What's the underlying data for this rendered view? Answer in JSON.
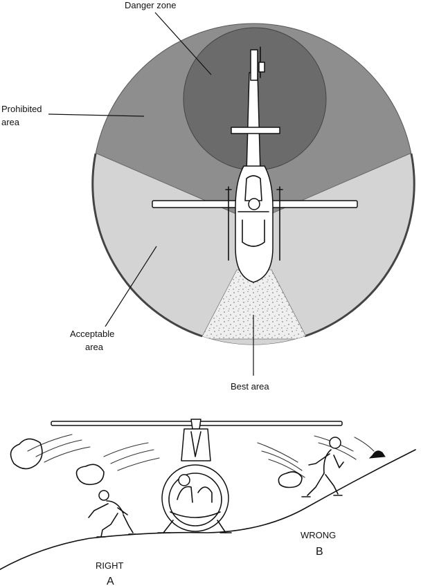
{
  "top_diagram": {
    "labels": {
      "danger_zone": "Danger zone",
      "prohibited_line1": "Prohibited",
      "prohibited_line2": "area",
      "acceptable_line1": "Acceptable",
      "acceptable_line2": "area",
      "best_area": "Best area"
    },
    "colors": {
      "prohibited": "#8e8e8e",
      "danger": "#6b6b6b",
      "acceptable": "#d4d4d4",
      "best": "#ececec"
    }
  },
  "bottom_diagram": {
    "labels": {
      "right": "RIGHT",
      "right_letter": "A",
      "wrong": "WRONG",
      "wrong_letter": "B"
    }
  }
}
